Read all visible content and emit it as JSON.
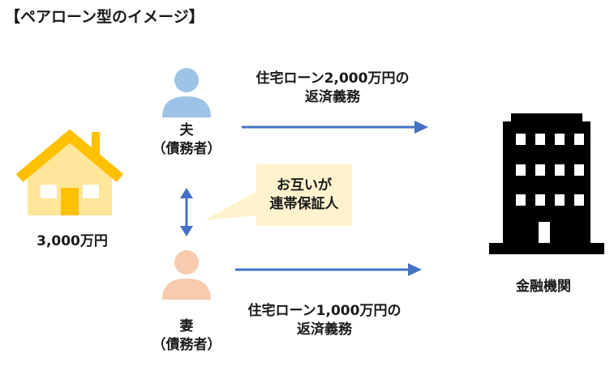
{
  "title": "【ペアローン型のイメージ】",
  "house": {
    "price": "3,000万円"
  },
  "husband": {
    "name": "夫",
    "role": "（債務者）"
  },
  "wife": {
    "name": "妻",
    "role": "（債務者）"
  },
  "guarantee": {
    "line1": "お互いが",
    "line2": "連帯保証人"
  },
  "loan_husband": {
    "line1": "住宅ローン2,000万円の",
    "line2": "返済義務"
  },
  "loan_wife": {
    "line1": "住宅ローン1,000万円の",
    "line2": "返済義務"
  },
  "bank": {
    "label": "金融機関"
  },
  "colors": {
    "house_roof": "#ffc000",
    "house_body": "#ffe699",
    "husband": "#9dc3e6",
    "wife": "#f8cbad",
    "arrow": "#4472c4",
    "callout": "#fff2cc",
    "building": "#000000"
  }
}
